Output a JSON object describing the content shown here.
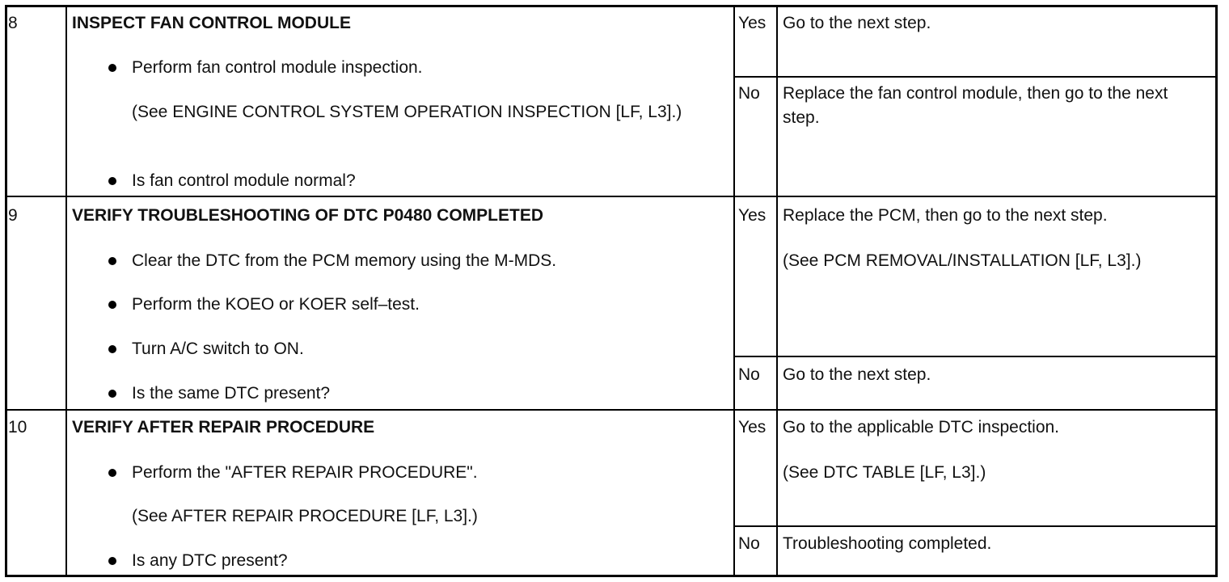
{
  "steps": [
    {
      "number": "8",
      "title": "INSPECT FAN CONTROL MODULE",
      "items": [
        {
          "bullet": true,
          "text": "Perform fan control module inspection."
        },
        {
          "bullet": false,
          "text": "(See ENGINE CONTROL SYSTEM OPERATION INSPECTION [LF, L3].)"
        },
        {
          "bullet": true,
          "text": "Is fan control module normal?"
        }
      ],
      "yes_label": "Yes",
      "yes_action": "Go to the next step.",
      "no_label": "No",
      "no_action": "Replace the fan control module, then go to the next step."
    },
    {
      "number": "9",
      "title": "VERIFY TROUBLESHOOTING OF DTC P0480 COMPLETED",
      "items": [
        {
          "bullet": true,
          "text": "Clear the DTC from the PCM memory using the M-MDS."
        },
        {
          "bullet": true,
          "text": "Perform the KOEO or KOER self–test."
        },
        {
          "bullet": true,
          "text": "Turn A/C switch to ON."
        },
        {
          "bullet": true,
          "text": "Is the same DTC present?"
        }
      ],
      "yes_label": "Yes",
      "yes_action": "Replace the PCM, then go to the next step.",
      "yes_note": "(See PCM REMOVAL/INSTALLATION [LF, L3].)",
      "no_label": "No",
      "no_action": "Go to the next step."
    },
    {
      "number": "10",
      "title": "VERIFY AFTER REPAIR PROCEDURE",
      "items": [
        {
          "bullet": true,
          "text": "Perform the \"AFTER REPAIR PROCEDURE\"."
        },
        {
          "bullet": false,
          "text": "(See AFTER REPAIR PROCEDURE [LF, L3].)"
        },
        {
          "bullet": true,
          "text": "Is any DTC present?"
        }
      ],
      "yes_label": "Yes",
      "yes_action": "Go to the applicable DTC inspection.",
      "yes_note": "(See DTC TABLE [LF, L3].)",
      "no_label": "No",
      "no_action": "Troubleshooting completed."
    }
  ]
}
